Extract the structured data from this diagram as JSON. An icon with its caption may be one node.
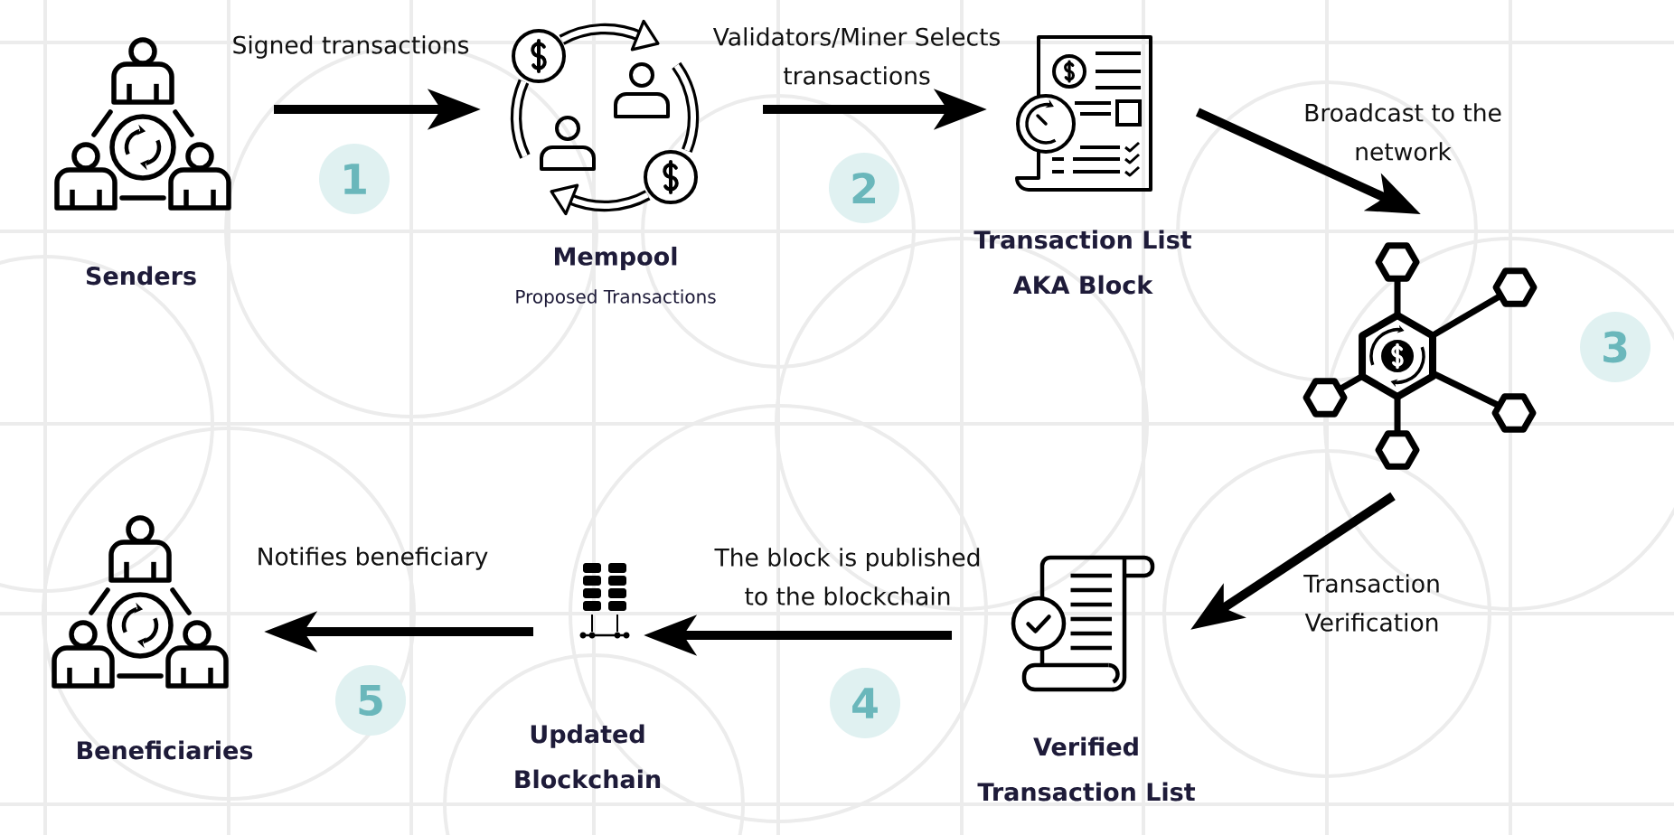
{
  "diagram": {
    "nodes": [
      {
        "text": [
          "Senders"
        ]
      },
      {
        "text": [
          "Mempool",
          "Proposed Transactions"
        ]
      },
      {
        "text": [
          "Transaction List AKA Block"
        ]
      },
      {
        "text": [],
        "shape": "picture"
      },
      {
        "text": [
          "Verified Transaction List"
        ]
      },
      {
        "text": [
          "Updated Blockchain"
        ]
      },
      {
        "text": [
          "Beneficiaries"
        ]
      },
      {
        "text": [
          "1"
        ]
      },
      {
        "text": [
          "2"
        ]
      },
      {
        "text": [
          "3"
        ]
      },
      {
        "text": [
          "4"
        ]
      },
      {
        "text": [
          "5"
        ]
      }
    ],
    "edges": [
      {
        "from": 0,
        "to": 1,
        "arrow": "to",
        "label": "Signed transactions"
      },
      {
        "from": 1,
        "to": 2,
        "arrow": "to",
        "label": "Validators/Miner Selects transactions"
      },
      {
        "from": 2,
        "to": 3,
        "arrow": "to",
        "label": "Broadcast to the network"
      },
      {
        "from": 3,
        "to": 4,
        "arrow": "to",
        "label": "Transaction Verification"
      },
      {
        "from": 4,
        "to": 5,
        "arrow": "to",
        "label": "The block is published to the blockchain"
      },
      {
        "from": 5,
        "to": 6,
        "arrow": "to",
        "label": "Notifies beneficiary"
      }
    ]
  }
}
